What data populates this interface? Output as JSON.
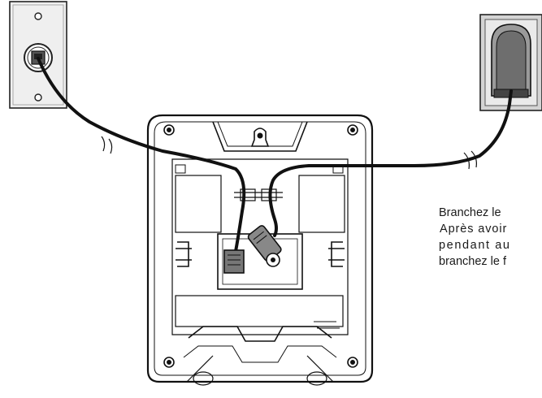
{
  "icons": {
    "wall_jack": "wall-phone-jack-icon",
    "power_outlet": "power-outlet-icon",
    "base": "phone-base-back-icon"
  },
  "instructions": {
    "line1": "Branchez le",
    "line2": "Après avoir",
    "line3": "pendant au",
    "line4": "branchez le f"
  }
}
